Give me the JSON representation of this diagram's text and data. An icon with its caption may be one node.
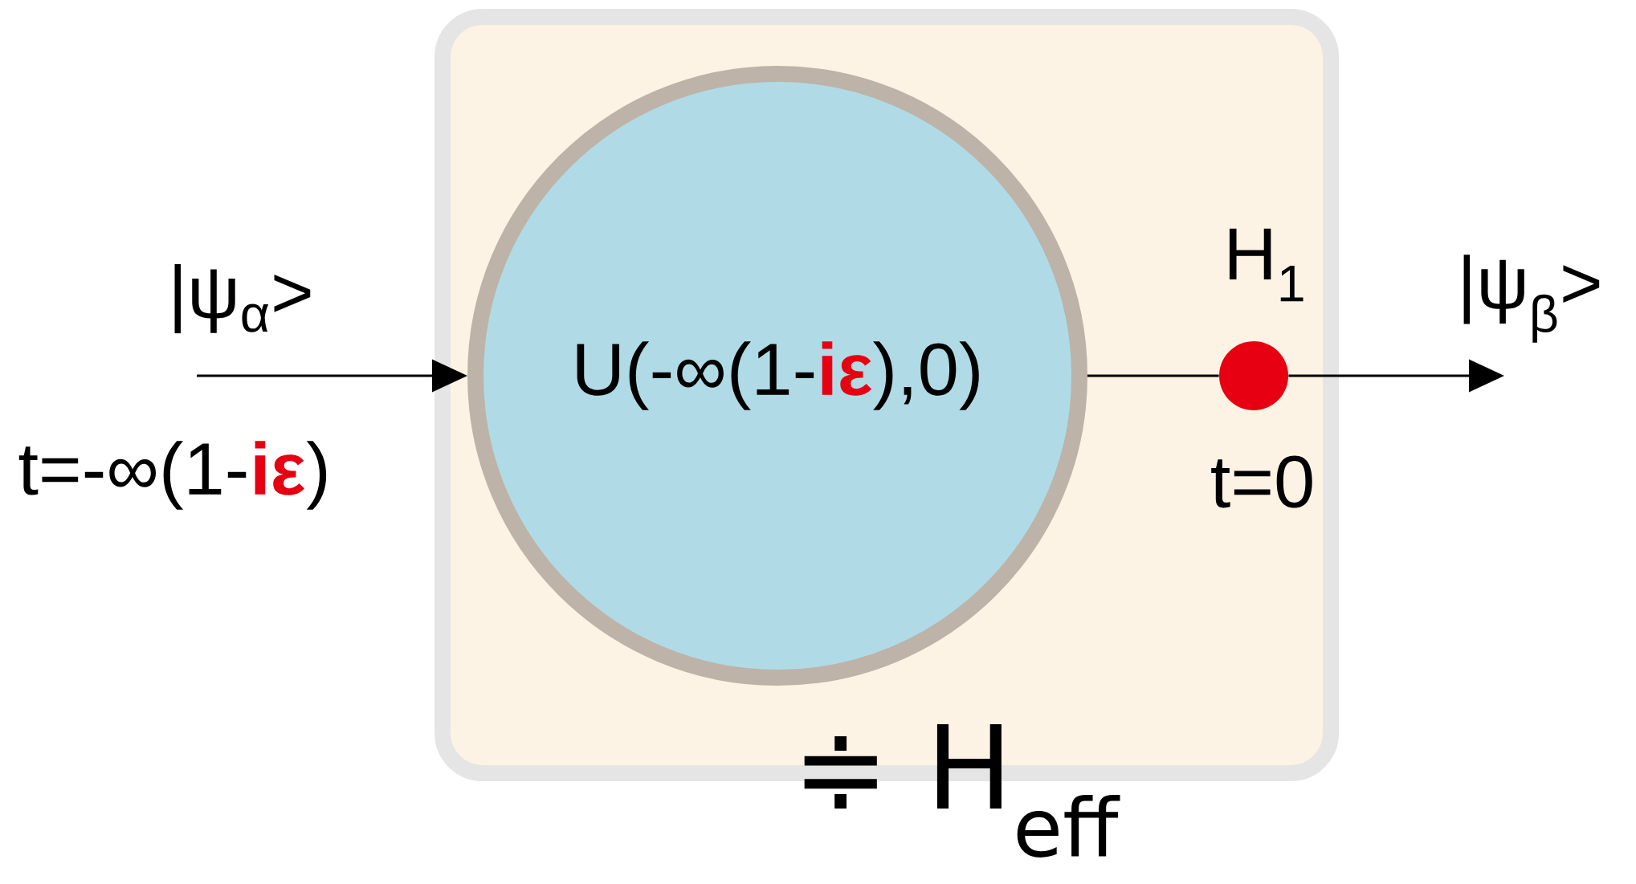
{
  "diagram": {
    "nodes": [
      {
        "text": [
          "≑ H$_{eff}$"
        ]
      },
      {
        "text": [
          "U(-∞(1-",
          "iε",
          "),0)"
        ],
        "in": 0
      },
      {
        "text": [],
        "shape": "circle",
        "in": 0,
        "beside": [
          "H$_{1}$",
          "t=0"
        ]
      }
    ],
    "edges": [
      {
        "from": null,
        "to": 1,
        "arrow": "to"
      },
      {
        "from": 1,
        "to": 2,
        "arrow": "none"
      },
      {
        "from": 2,
        "to": null,
        "arrow": "to"
      }
    ],
    "labels": [
      "|ψ$_{α}$>",
      "t=-∞(1-",
      "iε",
      ")",
      "|ψ$_{β}$>"
    ]
  }
}
